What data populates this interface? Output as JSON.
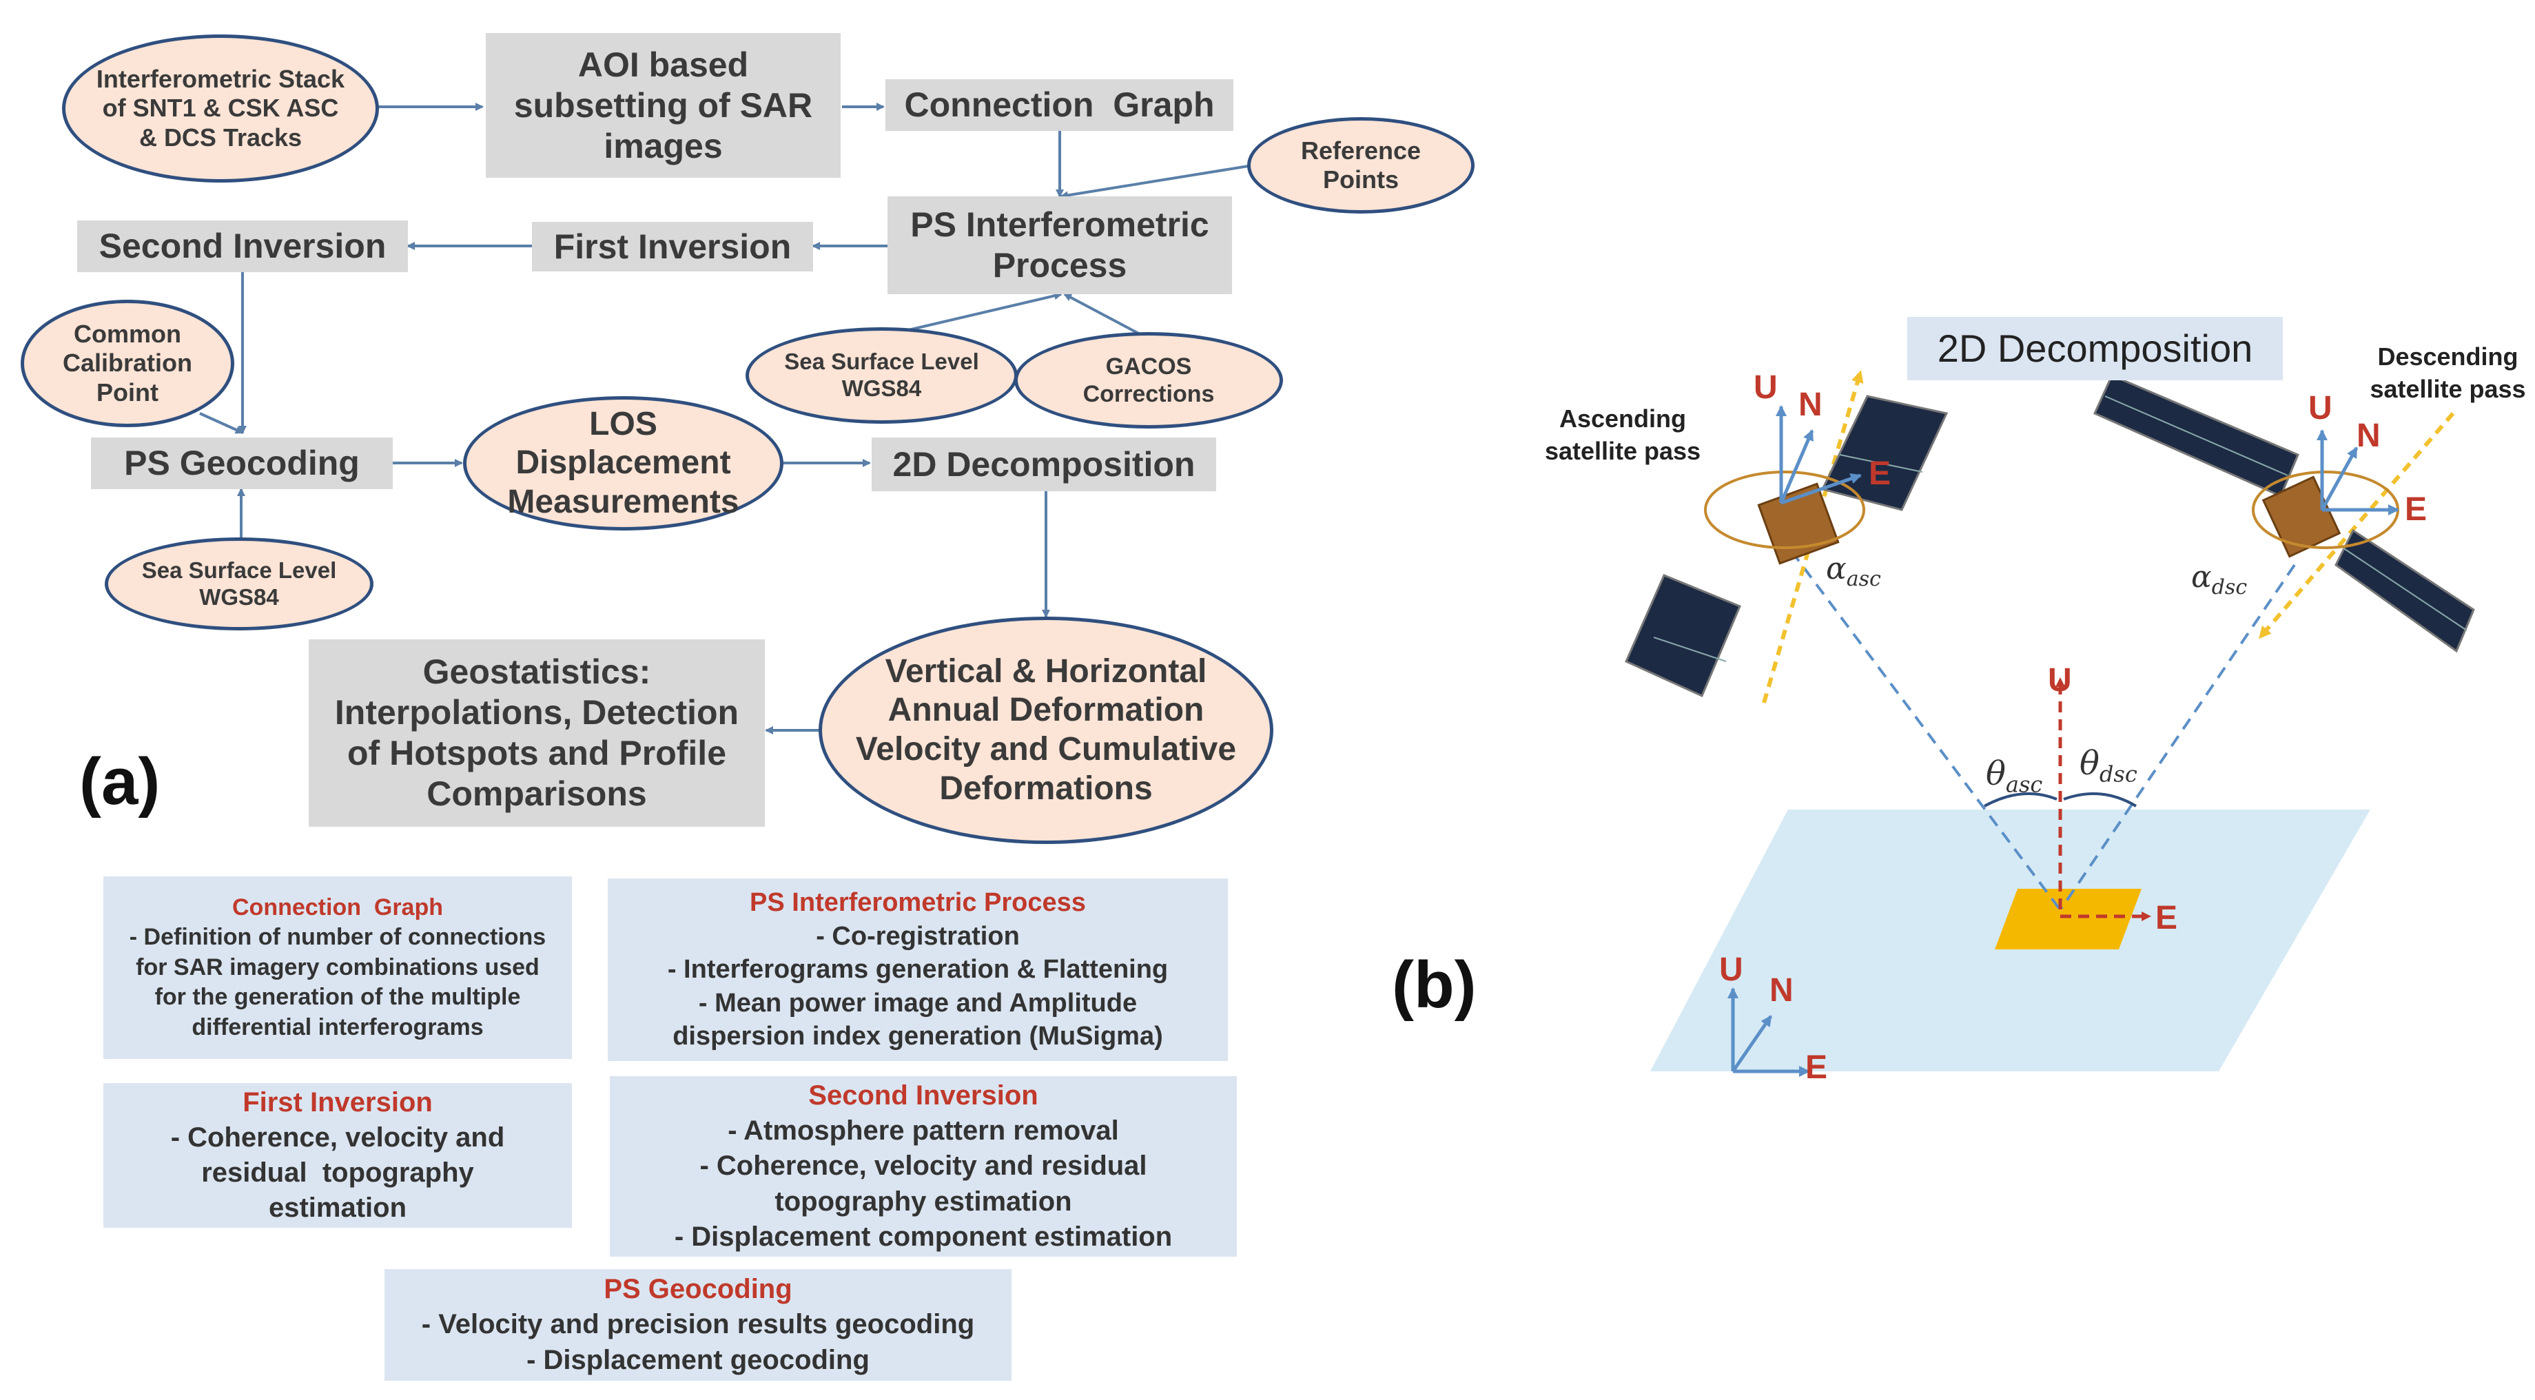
{
  "panel_a": {
    "label": "(a)",
    "nodes": {
      "stack": "Interferometric Stack of SNT1 & CSK ASC & DCS Tracks",
      "aoi": "AOI based subsetting of SAR images",
      "connection_graph": "Connection  Graph",
      "reference_points": "Reference Points",
      "ps_process": "PS Interferometric Process",
      "first_inversion": "First Inversion",
      "second_inversion": "Second Inversion",
      "sea_surface_1": "Sea Surface Level WGS84",
      "gacos": "GACOS Corrections",
      "common_calibration": "Common Calibration Point",
      "ps_geocoding": "PS Geocoding",
      "los": "LOS Displacement Measurements",
      "decomposition": "2D Decomposition",
      "sea_surface_2": "Sea Surface Level WGS84",
      "vertical_horizontal": "Vertical & Horizontal Annual Deformation Velocity and Cumulative Deformations",
      "geostatistics": "Geostatistics: Interpolations, Detection of Hotspots and Profile Comparisons"
    },
    "info_boxes": {
      "connection_graph": {
        "title": "Connection  Graph",
        "lines": [
          "- Definition of number of connections",
          "for SAR imagery combinations  used",
          "for the generation of the multiple",
          "differential interferograms"
        ]
      },
      "ps_process": {
        "title": "PS Interferometric Process",
        "lines": [
          "- Co-registration",
          "- Interferograms generation & Flattening",
          "- Mean power image and Amplitude",
          "dispersion index generation (MuSigma)"
        ]
      },
      "first_inversion": {
        "title": "First Inversion",
        "lines": [
          "- Coherence, velocity and",
          "residual  topography",
          "estimation"
        ]
      },
      "second_inversion": {
        "title": "Second Inversion",
        "lines": [
          "- Atmosphere pattern removal",
          "- Coherence, velocity and residual",
          "topography estimation",
          "- Displacement component estimation"
        ]
      },
      "ps_geocoding": {
        "title": "PS Geocoding",
        "lines": [
          "- Velocity and precision results geocoding",
          "- Displacement geocoding"
        ]
      }
    }
  },
  "panel_b": {
    "label": "(b)",
    "title": "2D Decomposition",
    "ascending_label": "Ascending satellite pass",
    "descending_label": "Descending satellite pass",
    "alpha_asc": "α",
    "alpha_asc_sub": "asc",
    "alpha_dsc": "α",
    "alpha_dsc_sub": "dsc",
    "theta_asc": "θ",
    "theta_asc_sub": "asc",
    "theta_dsc": "θ",
    "theta_dsc_sub": "dsc",
    "axis_u": "U",
    "axis_n": "N",
    "axis_e": "E",
    "colors": {
      "axis_red": "#c0392b",
      "axis_blue": "#5b8fc7",
      "ground": "#d6eaf5",
      "target": "#f5b800",
      "track": "#f2c12e"
    }
  }
}
